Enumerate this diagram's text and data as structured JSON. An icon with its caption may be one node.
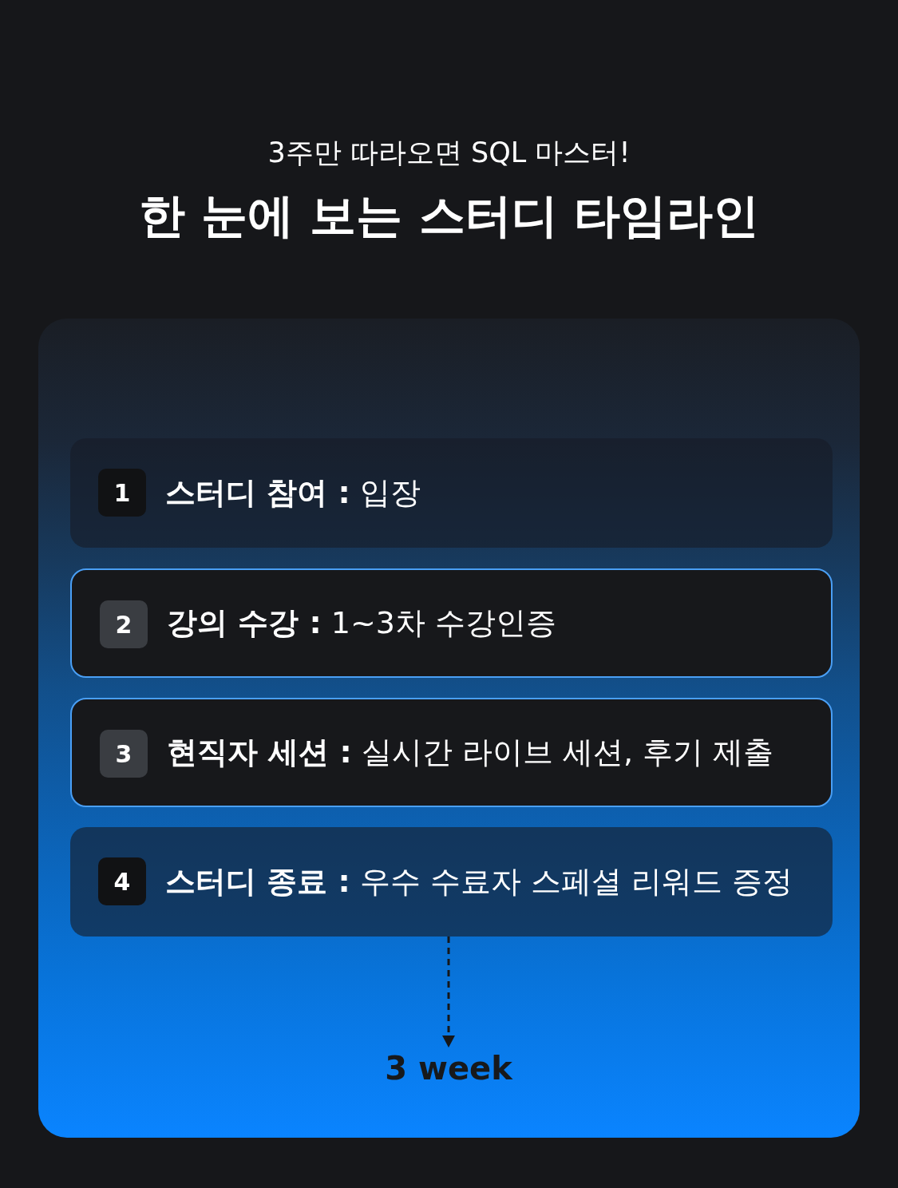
{
  "diagram": {
    "title": "한 눈에 보는 스터디 타임라인",
    "nodes": [
      {
        "text": [],
        "shape": "box"
      },
      {
        "text": [
          "**스터디 참여 :** 입장"
        ],
        "in": 0
      },
      {
        "text": [
          "1"
        ],
        "in": 1
      },
      {
        "text": [
          "**강의 수강 :** 1~3차 수강인증"
        ],
        "in": 0
      },
      {
        "text": [
          "2"
        ],
        "in": 3
      },
      {
        "text": [
          "**현직자 세션 :** 실시간 라이브 세션, 후기 제출"
        ],
        "in": 0
      },
      {
        "text": [
          "3"
        ],
        "in": 5
      },
      {
        "text": [
          "**스터디 종료 :** 우수 수료자 스페셜 리워드 증정"
        ],
        "in": 0
      },
      {
        "text": [
          "4"
        ],
        "in": 7
      },
      {
        "text": [
          "3 week"
        ],
        "in": 0
      }
    ],
    "edges": [
      {
        "from": 7,
        "to": 9,
        "arrow": "to",
        "style": "dashed"
      }
    ],
    "labels": [
      "3주만 따라오면 SQL 마스터!"
    ]
  }
}
